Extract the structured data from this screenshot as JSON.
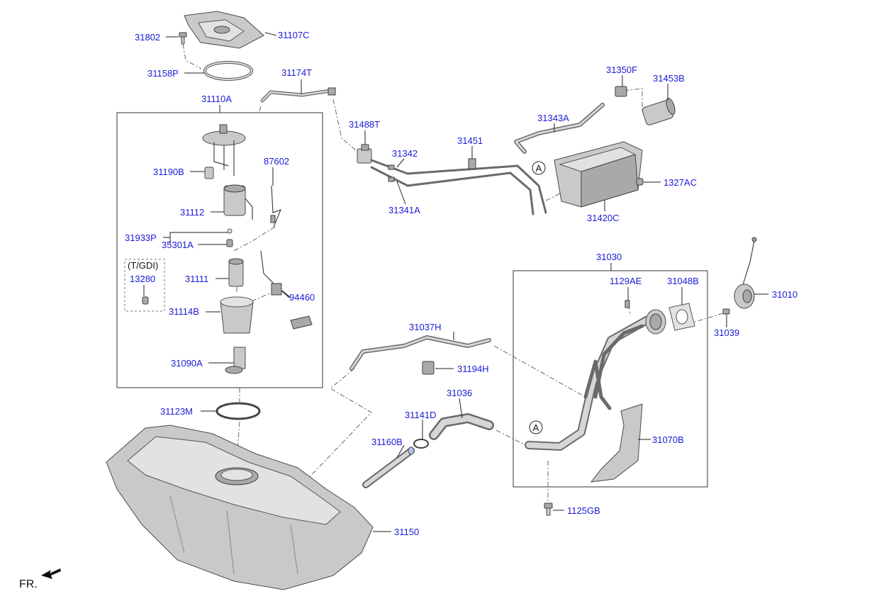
{
  "labels": {
    "p31802": "31802",
    "p31107C": "31107C",
    "p31158P": "31158P",
    "p31174T": "31174T",
    "p31110A": "31110A",
    "p31190B": "31190B",
    "p87602": "87602",
    "p31112": "31112",
    "p31933P": "31933P",
    "p35301A": "35301A",
    "tgdi": "(T/GDI)",
    "p13280": "13280",
    "p31111": "31111",
    "p94460": "94460",
    "p31114B": "31114B",
    "p31090A": "31090A",
    "p31123M": "31123M",
    "p31488T": "31488T",
    "p31342": "31342",
    "p31341A": "31341A",
    "p31451": "31451",
    "p31343A": "31343A",
    "p31350F": "31350F",
    "p31453B": "31453B",
    "p1327AC": "1327AC",
    "p31420C": "31420C",
    "markerA": "A",
    "p31030": "31030",
    "p1129AE": "1129AE",
    "p31048B": "31048B",
    "p31010": "31010",
    "p31039": "31039",
    "p31037H": "31037H",
    "p31194H": "31194H",
    "p31036": "31036",
    "p31141D": "31141D",
    "p31160B": "31160B",
    "p31070B": "31070B",
    "p1125GB": "1125GB",
    "p31150": "31150",
    "fr": "FR."
  },
  "colors": {
    "label_link": "#1a1ad6",
    "line": "#222222"
  },
  "icons": {
    "front_direction": "arrow-icon"
  }
}
